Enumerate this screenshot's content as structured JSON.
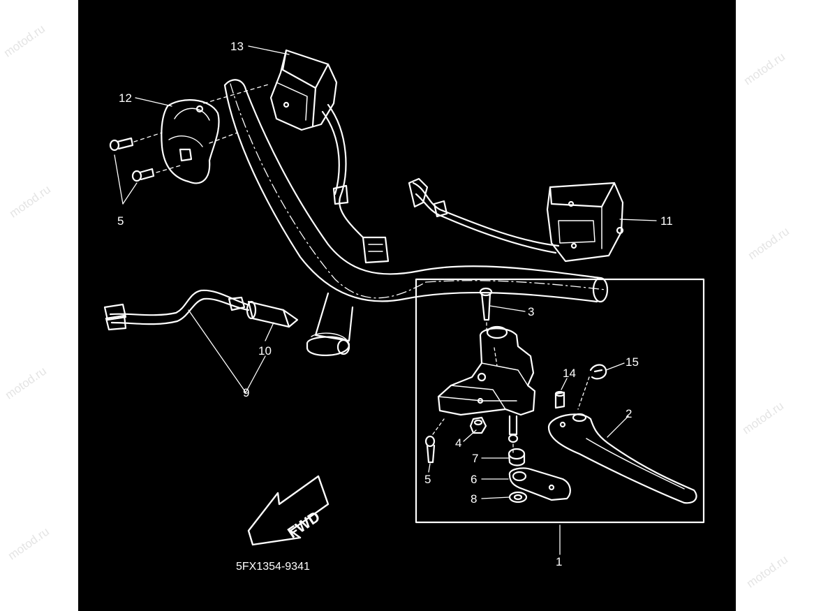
{
  "diagram": {
    "part_number": "5FX1354-9341",
    "direction_label": "FWD",
    "watermark": "motod.ru",
    "colors": {
      "panel_background": "#000000",
      "page_background": "#ffffff",
      "line": "#ffffff"
    },
    "callouts": {
      "c1": "1",
      "c2": "2",
      "c3": "3",
      "c4": "4",
      "c5_left": "5",
      "c5_right": "5",
      "c6": "6",
      "c7": "7",
      "c8": "8",
      "c9": "9",
      "c10": "10",
      "c11": "11",
      "c12": "12",
      "c13": "13",
      "c14": "14",
      "c15": "15"
    }
  }
}
